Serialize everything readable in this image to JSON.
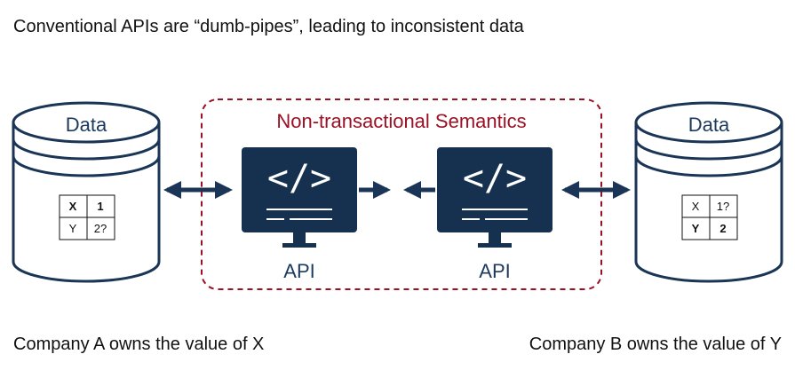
{
  "heading": "Conventional APIs are “dumb-pipes”, leading to inconsistent data",
  "box_title": "Non-transactional Semantics",
  "left_db": {
    "label": "Data",
    "table": [
      [
        {
          "text": "X",
          "bold": true
        },
        {
          "text": "1",
          "bold": true
        }
      ],
      [
        {
          "text": "Y",
          "bold": false
        },
        {
          "text": "2?",
          "bold": false
        }
      ]
    ]
  },
  "right_db": {
    "label": "Data",
    "table": [
      [
        {
          "text": "X",
          "bold": false
        },
        {
          "text": "1?",
          "bold": false
        }
      ],
      [
        {
          "text": "Y",
          "bold": true
        },
        {
          "text": "2",
          "bold": true
        }
      ]
    ]
  },
  "api_left": {
    "label": "API",
    "glyph": "</>"
  },
  "api_right": {
    "label": "API",
    "glyph": "</>"
  },
  "footer_left": "Company A owns the value of X",
  "footer_right": "Company B owns the value of Y",
  "colors": {
    "navy": "#1a3556",
    "monitor": "#16314f",
    "dashed_border": "#9b1024",
    "text_dark": "#111111"
  }
}
